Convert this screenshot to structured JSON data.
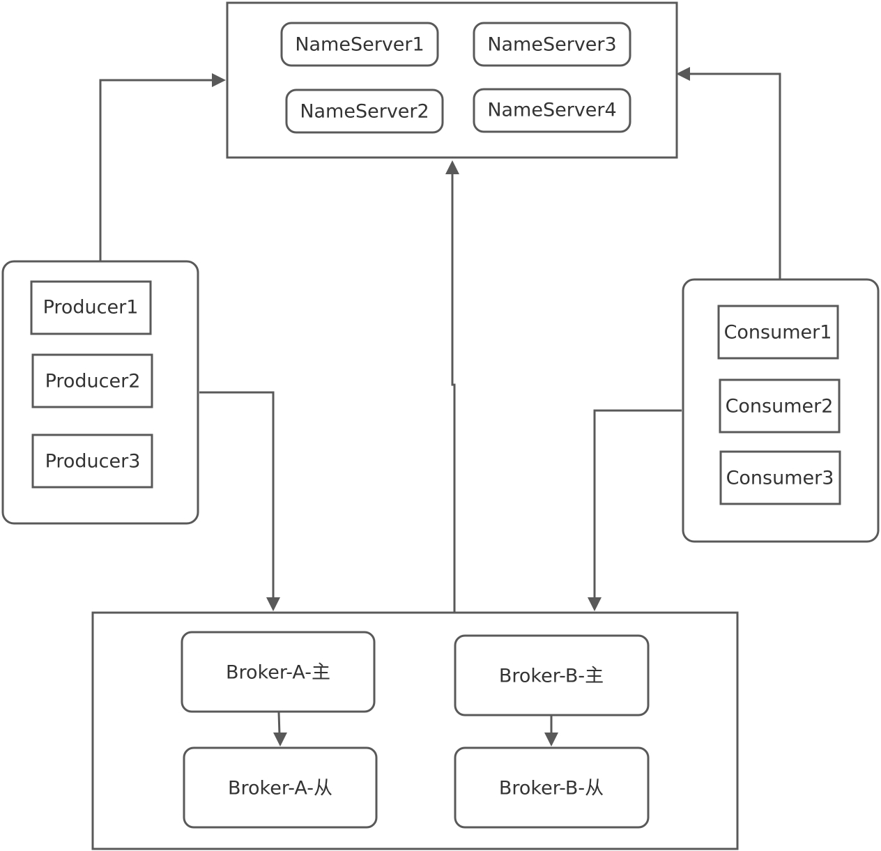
{
  "colors": {
    "stroke": "#595959",
    "text": "#333333",
    "background": "#ffffff"
  },
  "groups": {
    "nameservers": [
      "NameServer1",
      "NameServer3",
      "NameServer2",
      "NameServer4"
    ],
    "producers": [
      "Producer1",
      "Producer2",
      "Producer3"
    ],
    "consumers": [
      "Consumer1",
      "Consumer2",
      "Consumer3"
    ],
    "brokers": [
      "Broker-A-主",
      "Broker-B-主",
      "Broker-A-从",
      "Broker-B-从"
    ]
  }
}
